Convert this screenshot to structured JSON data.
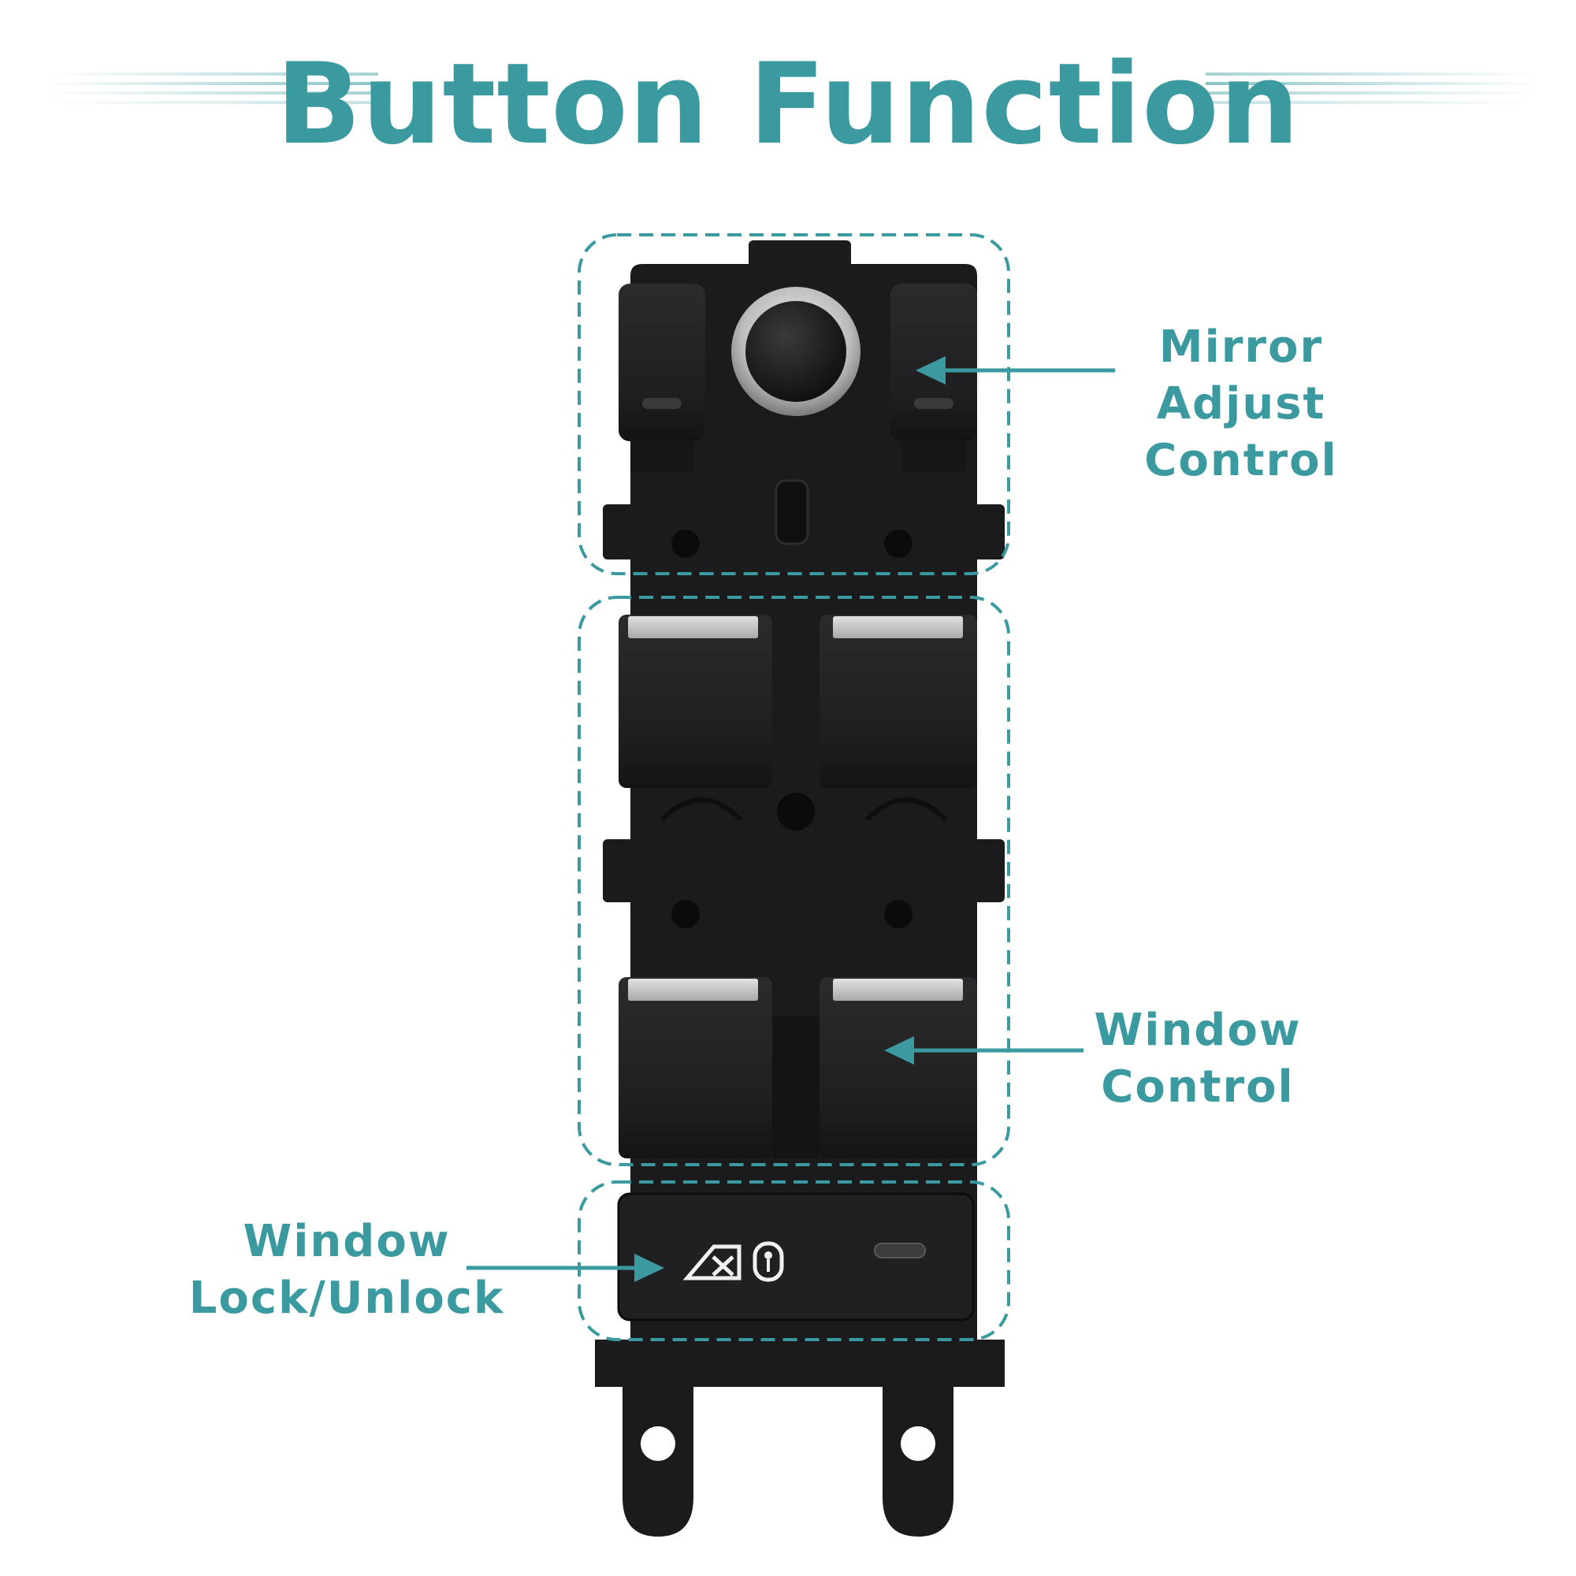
{
  "header": {
    "title": "Button Function"
  },
  "callouts": {
    "mirror": {
      "line1": "Mirror",
      "line2": "Adjust Control"
    },
    "window": {
      "line1": "Window",
      "line2": "Control"
    },
    "lock": {
      "line1": "Window",
      "line2": "Lock/Unlock"
    }
  },
  "colors": {
    "accent": "#3a9aa0",
    "body": "#1b1b1d",
    "button": "#232325",
    "chrome": "#c8c8c8"
  },
  "icons": {
    "window_lock": "window-lock-icon",
    "child_lock": "child-lock-icon"
  }
}
